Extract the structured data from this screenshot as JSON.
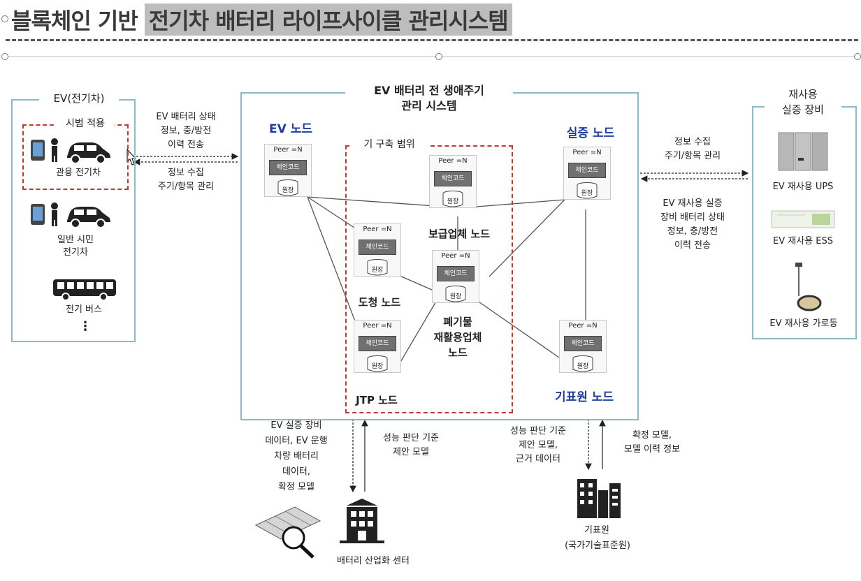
{
  "title": {
    "part1": "블록체인 기반",
    "part2": "전기차 배터리 라이프사이클 관리시스템"
  },
  "ev_panel": {
    "header": "EV(전기차)",
    "pilot_label": "시범 적용",
    "gov_car": "관용 전기차",
    "civ_car_line1": "일반 시민",
    "civ_car_line2": "전기차",
    "bus": "전기 버스",
    "more": "⋮"
  },
  "left_arrows": {
    "to_system": [
      "EV 배터리 상태",
      "정보, 충/방전",
      "이력 전송"
    ],
    "from_system": [
      "정보 수집",
      "주기/항목 관리"
    ]
  },
  "system": {
    "title_line1": "EV 배터리 전 생애주기",
    "title_line2": "관리 시스템",
    "scope_label": "기 구축 범위"
  },
  "node_common": {
    "peer": "Peer =N",
    "chaincode": "체인코드",
    "ledger": "원장"
  },
  "nodes": {
    "ev": "EV 노드",
    "field": "실증 노드",
    "supplier": "보급업체 노드",
    "city": "도청 노드",
    "jtp": "JTP 노드",
    "recycler_line1": "폐기물",
    "recycler_line2": "재활용업체",
    "recycler_line3": "노드",
    "kats": "기표원 노드"
  },
  "right_arrows": {
    "from_system": [
      "정보 수집",
      "주기/항목 관리"
    ],
    "to_system": [
      "EV 재사용 실증",
      "장비 배터리 상태",
      "정보, 충/방전",
      "이력 전송"
    ]
  },
  "reuse_panel": {
    "header_line1": "재사용",
    "header_line2": "실증 장비",
    "ups": "EV 재사용 UPS",
    "ess": "EV 재사용 ESS",
    "streetlight": "EV 재사용 가로등"
  },
  "bottom_left": {
    "down_text": [
      "EV 실증 장비",
      "데이터, EV 운행",
      "차량 배터리",
      "데이터,",
      "확정 모델"
    ],
    "up_text": [
      "성능 판단 기준",
      "제안 모델"
    ],
    "center_name": "배터리 산업화 센터"
  },
  "bottom_right": {
    "down_text": [
      "성능 판단 기준",
      "제안 모델,",
      "근거 데이터"
    ],
    "up_text": [
      "확정 모델,",
      "모델 이력 정보"
    ],
    "kats_name": "기표원",
    "kats_full": "(국가기술표준원)"
  }
}
